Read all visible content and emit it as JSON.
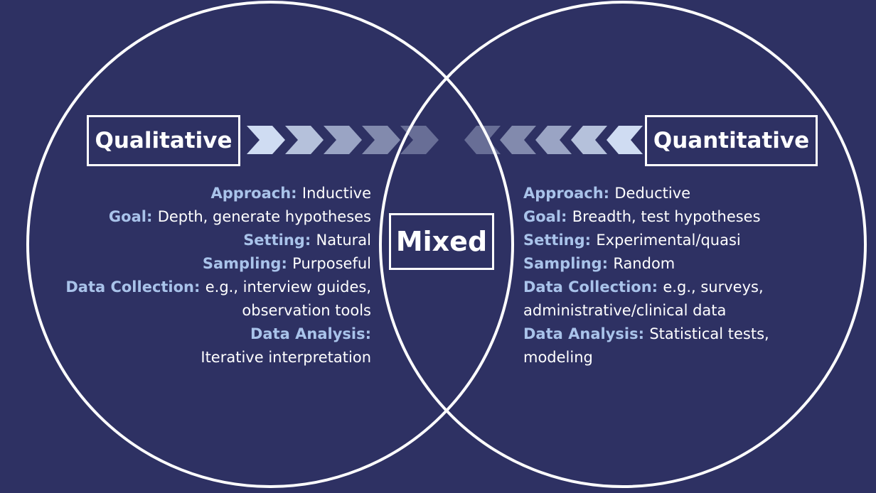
{
  "colors": {
    "background": "#2e3163",
    "circle_stroke": "#ffffff",
    "label_key": "#a9c3ea",
    "text": "#ffffff",
    "chevron": "#cfdcf2"
  },
  "labels": {
    "qualitative": "Qualitative",
    "quantitative": "Quantitative",
    "mixed": "Mixed"
  },
  "arrows": {
    "qualitative_to_mixed": {
      "direction": "right",
      "count": 5
    },
    "quantitative_to_mixed": {
      "direction": "left",
      "count": 5
    }
  },
  "qualitative": {
    "items": [
      {
        "key": "Approach",
        "sep": ": ",
        "value": "Inductive"
      },
      {
        "key": "Goal",
        "sep": ": ",
        "value": "Depth, generate hypotheses"
      },
      {
        "key": "Setting",
        "sep": ": ",
        "value": "Natural"
      },
      {
        "key": "Sampling",
        "sep": ": ",
        "value": "Purposeful"
      },
      {
        "key": "Data Collection",
        "sep": ": ",
        "value": "e.g., interview guides,"
      },
      {
        "key": "",
        "sep": "",
        "value": "observation tools"
      },
      {
        "key": "Data Analysis",
        "sep": ":",
        "value": ""
      },
      {
        "key": "",
        "sep": "",
        "value": "Iterative interpretation"
      }
    ]
  },
  "quantitative": {
    "items": [
      {
        "key": "Approach",
        "sep": ": ",
        "value": "Deductive"
      },
      {
        "key": "Goal",
        "sep": ": ",
        "value": "Breadth, test hypotheses"
      },
      {
        "key": "Setting",
        "sep": ": ",
        "value": "Experimental/quasi"
      },
      {
        "key": "Sampling",
        "sep": ": ",
        "value": "Random"
      },
      {
        "key": "Data Collection",
        "sep": ": ",
        "value": "e.g., surveys,"
      },
      {
        "key": "",
        "sep": "",
        "value": "administrative/clinical data"
      },
      {
        "key": "Data Analysis",
        "sep": ": ",
        "value": "Statistical tests,"
      },
      {
        "key": "",
        "sep": "",
        "value": "modeling"
      }
    ]
  }
}
